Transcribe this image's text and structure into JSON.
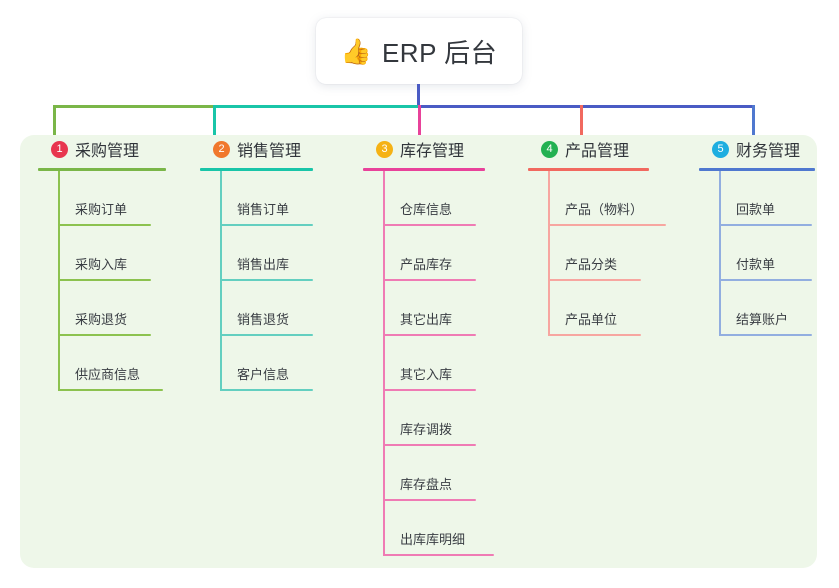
{
  "diagram": {
    "type": "mind-map",
    "root": {
      "icon": "thumbs-up-emoji",
      "emoji": "👍",
      "title": "ERP 后台"
    },
    "palette": {
      "board_background": "#eef7e9",
      "page_background": "#ffffff",
      "root_stem": "#4a5bc4",
      "bus_left": "#7ab648",
      "bus_mid": "#19c5a8",
      "bus_right": "#4a5bc4",
      "text": "#30343a"
    },
    "columns": [
      {
        "number": "1",
        "title": "采购管理",
        "badge_color": "#e8364f",
        "line_color": "#7ab648",
        "items": [
          {
            "label": "采购订单"
          },
          {
            "label": "采购入库"
          },
          {
            "label": "采购退货"
          },
          {
            "label": "供应商信息"
          }
        ]
      },
      {
        "number": "2",
        "title": "销售管理",
        "badge_color": "#f0782d",
        "line_color": "#19c5a8",
        "items": [
          {
            "label": "销售订单"
          },
          {
            "label": "销售出库"
          },
          {
            "label": "销售退货"
          },
          {
            "label": "客户信息"
          }
        ]
      },
      {
        "number": "3",
        "title": "库存管理",
        "badge_color": "#f5b215",
        "line_color": "#e8429a",
        "items": [
          {
            "label": "仓库信息"
          },
          {
            "label": "产品库存"
          },
          {
            "label": "其它出库"
          },
          {
            "label": "其它入库"
          },
          {
            "label": "库存调拨"
          },
          {
            "label": "库存盘点"
          },
          {
            "label": "出库库明细"
          }
        ]
      },
      {
        "number": "4",
        "title": "产品管理",
        "badge_color": "#23b152",
        "line_color": "#f1695f",
        "items": [
          {
            "label": "产品（物料）"
          },
          {
            "label": "产品分类"
          },
          {
            "label": "产品单位"
          }
        ]
      },
      {
        "number": "5",
        "title": "财务管理",
        "badge_color": "#1eaee0",
        "line_color": "#4f78cf",
        "items": [
          {
            "label": "回款单"
          },
          {
            "label": "付款单"
          },
          {
            "label": "结算账户"
          }
        ]
      }
    ]
  }
}
